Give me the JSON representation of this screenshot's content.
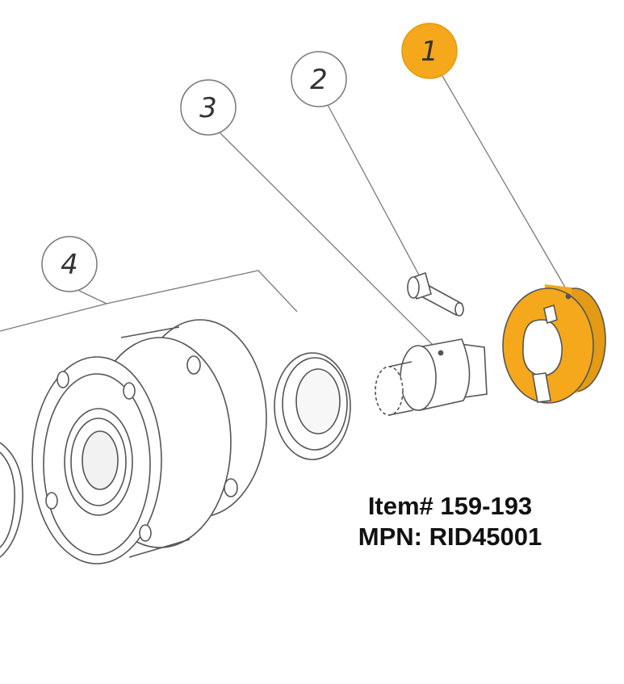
{
  "callouts": [
    {
      "label": "1",
      "highlighted": true
    },
    {
      "label": "2",
      "highlighted": false
    },
    {
      "label": "3",
      "highlighted": false
    },
    {
      "label": "4",
      "highlighted": false
    }
  ],
  "item_info": {
    "item_number": "Item# 159-193",
    "mpn": "MPN: RID45001"
  },
  "colors": {
    "highlight": "#F5A81C",
    "line": "#555555",
    "background": "#FFFFFF"
  }
}
